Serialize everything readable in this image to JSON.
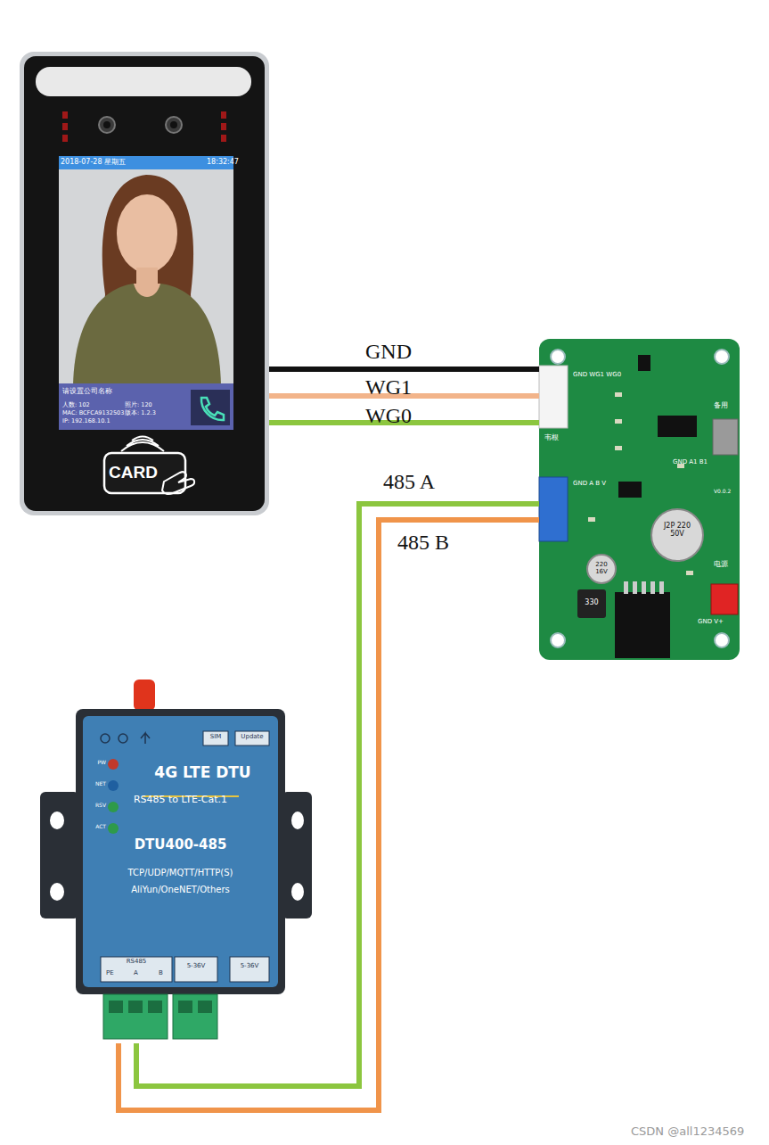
{
  "diagram": {
    "nodes": [
      {
        "text": [
          "2018-07-28 星期五",
          "18:32:47",
          "请设置公司名称",
          "人数: 102",
          "照片: 120",
          "MAC: BCFCA9132503",
          "IP: 192.168.10.1",
          "版本: 1.2.3",
          "CARD"
        ]
      },
      {
        "text": [
          "GND WG1 WG0",
          "韦根",
          "备用",
          "GND A1 B1",
          "GND A B V",
          "电源",
          "GND V+",
          "J2P 220 50V",
          "220 16V",
          "330",
          "V0.0.2"
        ]
      },
      {
        "text": [
          "PW",
          "NET",
          "RSV",
          "ACT",
          "SIM",
          "Update",
          "4G LTE DTU",
          "RS485 to LTE-Cat.1",
          "DTU400-485",
          "TCP/UDP/MQTT/HTTP(S)",
          "AliYun/OneNET/Others",
          "RS485",
          "PE",
          "A",
          "B",
          "5-36V",
          "5-36V"
        ]
      }
    ],
    "edges": [
      {
        "from": 0,
        "to": 1,
        "label": "GND",
        "arrow": "none"
      },
      {
        "from": 0,
        "to": 1,
        "label": "WG1",
        "arrow": "none"
      },
      {
        "from": 0,
        "to": 1,
        "label": "WG0",
        "arrow": "none"
      },
      {
        "from": 1,
        "to": 2,
        "label": "485 A",
        "arrow": "none"
      },
      {
        "from": 1,
        "to": 2,
        "label": "485 B",
        "arrow": "none"
      }
    ],
    "labels": [
      "CSDN @all1234569"
    ]
  }
}
